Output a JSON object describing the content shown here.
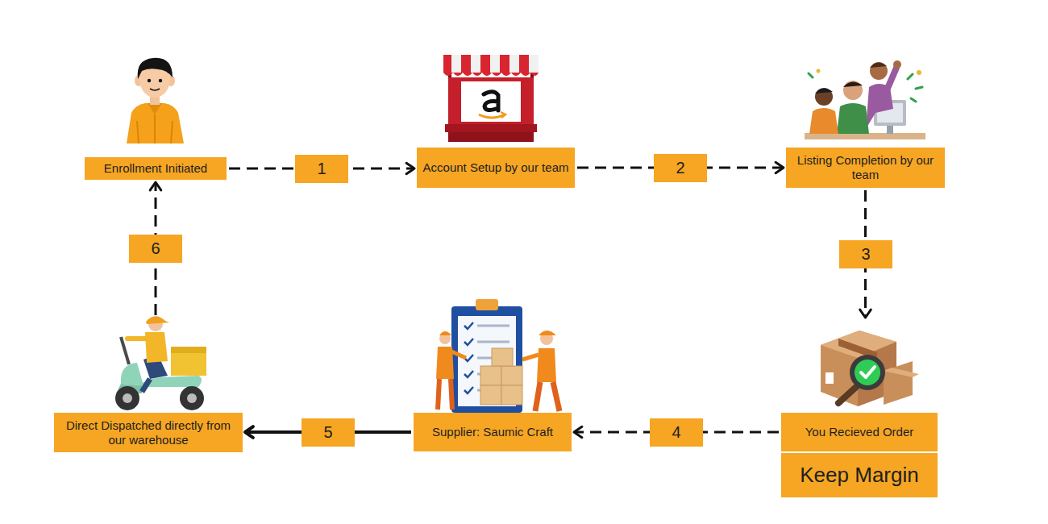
{
  "diagram": {
    "nodes": [
      {
        "text": [
          "Enrollment Initiated"
        ]
      },
      {
        "text": [
          "Account Setup by our team"
        ]
      },
      {
        "text": [
          "Listing Completion by our team"
        ]
      },
      {
        "text": [
          "Direct Dispatched directly from our warehouse"
        ]
      },
      {
        "text": [
          "Supplier: Saumic Craft"
        ]
      },
      {
        "text": [
          "You Recieved Order"
        ]
      },
      {
        "text": [
          "Keep Margin"
        ]
      }
    ],
    "edges": [
      {
        "from": 0,
        "to": 1,
        "arrow": "to",
        "label": "1"
      },
      {
        "from": 1,
        "to": 2,
        "arrow": "to",
        "label": "2"
      },
      {
        "from": 2,
        "to": 5,
        "arrow": "to",
        "label": "3"
      },
      {
        "from": 5,
        "to": 4,
        "arrow": "to",
        "label": "4"
      },
      {
        "from": 4,
        "to": 3,
        "arrow": "to",
        "label": "5"
      },
      {
        "from": 3,
        "to": 0,
        "arrow": "to",
        "label": "6"
      }
    ]
  }
}
